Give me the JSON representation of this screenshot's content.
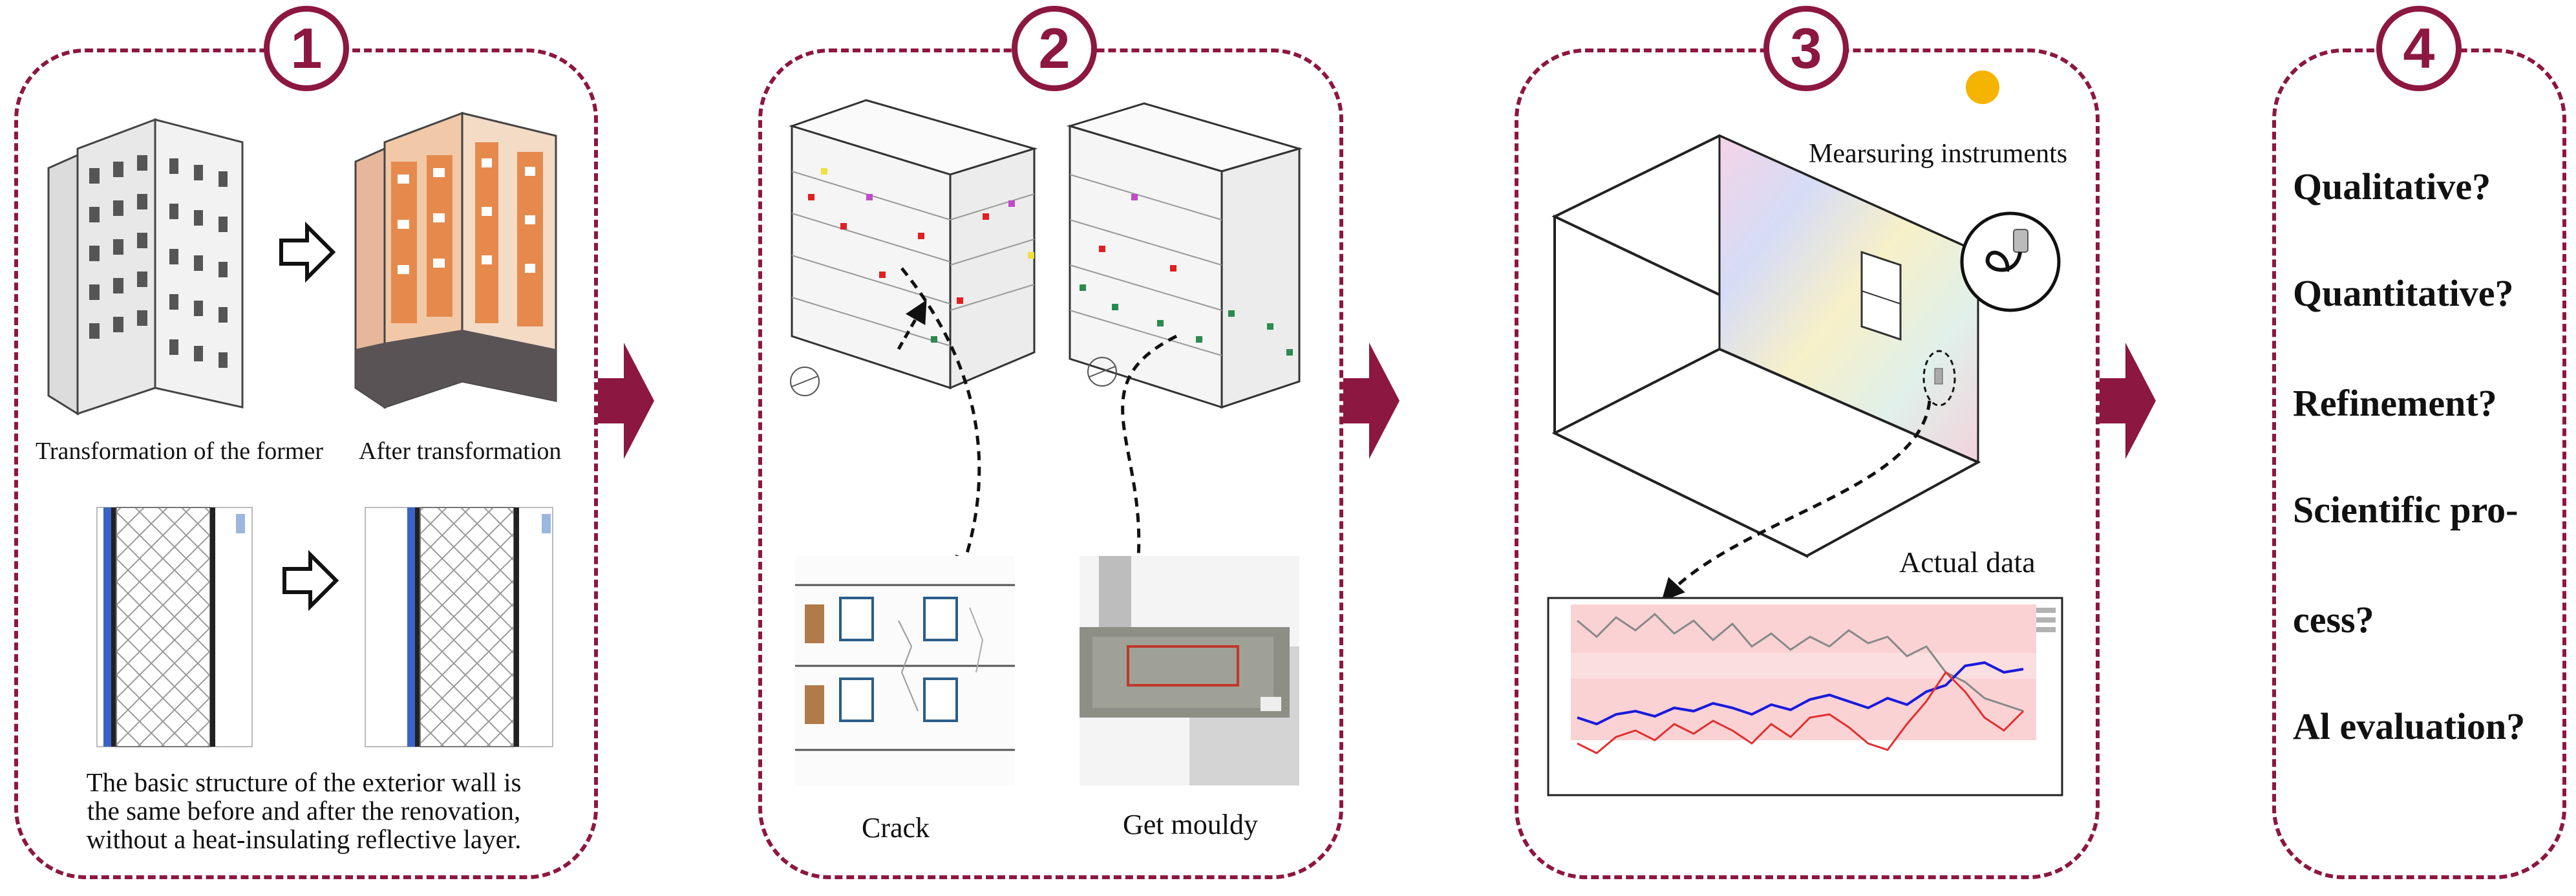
{
  "steps": [
    {
      "number": "1"
    },
    {
      "number": "2"
    },
    {
      "number": "3"
    },
    {
      "number": "4"
    }
  ],
  "panel1": {
    "caption_before": "Transformation of the former",
    "caption_after": "After transformation",
    "description": [
      "The basic structure of the exterior wall is",
      "the same before and after the renovation,",
      "without a heat-insulating reflective layer."
    ]
  },
  "panel2": {
    "caption_crack": "Crack",
    "caption_mould": "Get mouldy"
  },
  "panel3": {
    "caption_instruments": "Mearsuring instruments",
    "caption_data": "Actual data"
  },
  "panel4": {
    "questions": [
      "Qualitative?",
      "Quantitative?",
      "Refinement?",
      "Scientific pro-",
      "cess?",
      "Al evaluation?"
    ]
  },
  "colors": {
    "accent": "#8c1740",
    "sun": "#f5b400",
    "series_blue": "#1a1adc",
    "series_red": "#e03030",
    "series_gray": "#888888"
  }
}
